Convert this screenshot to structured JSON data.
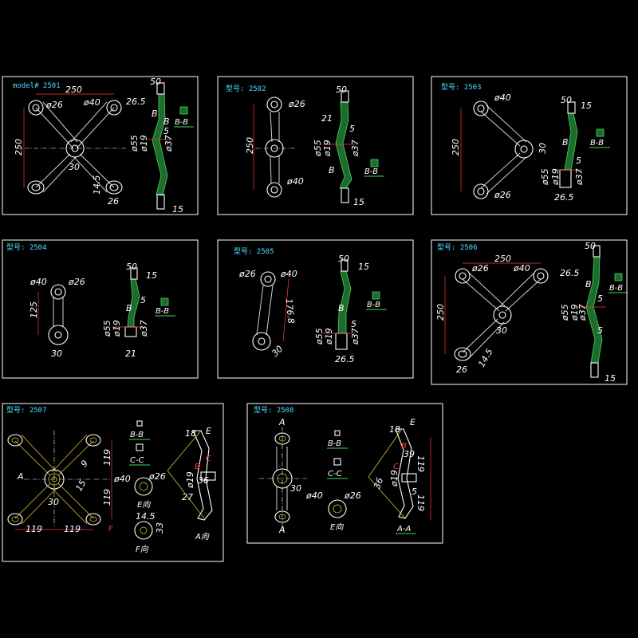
{
  "panels": [
    {
      "title": "model# 2501",
      "labels": {
        "d1": "250",
        "d2": "ø26",
        "d3": "ø40",
        "d4": "250",
        "d5": "30",
        "d6": "14.5",
        "d7": "26",
        "s1": "50",
        "s2": "26.5",
        "s3": "B",
        "s4": "B",
        "s5": "5",
        "s6": "ø55",
        "s7": "ø19",
        "s8": "ø37",
        "s9": "15",
        "sec": "B-B"
      }
    },
    {
      "title": "型号: 2502",
      "labels": {
        "d1": "ø26",
        "d2": "250",
        "d3": "ø40",
        "s1": "50",
        "s2": "21",
        "s3": "5",
        "s4": "ø55",
        "s5": "ø19",
        "s6": "ø37",
        "s7": "B",
        "s8": "15",
        "sec": "B-B"
      }
    },
    {
      "title": "型号: 2503",
      "labels": {
        "d1": "ø40",
        "d2": "250",
        "d3": "30",
        "d4": "ø26",
        "s1": "50",
        "s2": "15",
        "s3": "B",
        "s4": "5",
        "s5": "ø55",
        "s6": "ø19",
        "s7": "ø37",
        "s8": "26.5",
        "sec": "B-B"
      }
    },
    {
      "title": "型号: 2504",
      "labels": {
        "d1": "ø40",
        "d2": "ø26",
        "d3": "125",
        "d4": "30",
        "s1": "50",
        "s2": "15",
        "s3": "B",
        "s4": "5",
        "s5": "ø55",
        "s6": "ø19",
        "s7": "ø37",
        "s8": "21",
        "sec": "B-B"
      }
    },
    {
      "title": "型号: 2505",
      "labels": {
        "d1": "ø26",
        "d2": "ø40",
        "d3": "176.8",
        "d4": "30",
        "s1": "50",
        "s2": "15",
        "s3": "B",
        "s4": "5",
        "s5": "ø55",
        "s6": "ø19",
        "s7": "ø37",
        "s8": "26.5",
        "sec": "B-B"
      }
    },
    {
      "title": "型号: 2506",
      "labels": {
        "d1": "250",
        "d2": "ø26",
        "d3": "ø40",
        "d4": "250",
        "d5": "30",
        "d6": "26",
        "d7": "14.5",
        "s1": "50",
        "s2": "26.5",
        "s3": "B",
        "s4": "5",
        "s5": "ø55",
        "s6": "ø19",
        "s7": "ø37",
        "s8": "5",
        "s9": "15",
        "sec": "B-B"
      }
    },
    {
      "title": "型号: 2507",
      "labels": {
        "d1": "A",
        "d2": "30",
        "d3": "119",
        "d4": "119",
        "d5": "119",
        "d6": "119",
        "d7": "ø40",
        "d8": "F",
        "d9": "9",
        "d10": "15",
        "secBB": "B-B",
        "secCC": "C-C",
        "d11": "ø26",
        "e": "E向",
        "f1": "14.5",
        "f2": "33",
        "f": "F向",
        "a1": "18",
        "a2": "E",
        "a3": "36",
        "a4": "ø19",
        "a5": "27",
        "a6": "C",
        "a7": "B",
        "a8": "A向"
      }
    },
    {
      "title": "型号: 2508",
      "labels": {
        "d1": "A",
        "d2": "30",
        "d3": "A",
        "d4": "ø40",
        "d5": "ø26",
        "secBB": "B-B",
        "secCC": "C-C",
        "e": "E向",
        "a1": "18",
        "a2": "E",
        "a3": "39",
        "a4": "119",
        "a5": "119",
        "a6": "ø19",
        "a7": "36",
        "a8": "5",
        "a9": "B",
        "a10": "C",
        "a11": "A-A"
      }
    }
  ],
  "colors": {
    "frame": "#ffffff",
    "title": "#49e0ff",
    "hatch": "#1f6b2e",
    "dimension": "#ff3b3b",
    "text": "#ffffff"
  }
}
